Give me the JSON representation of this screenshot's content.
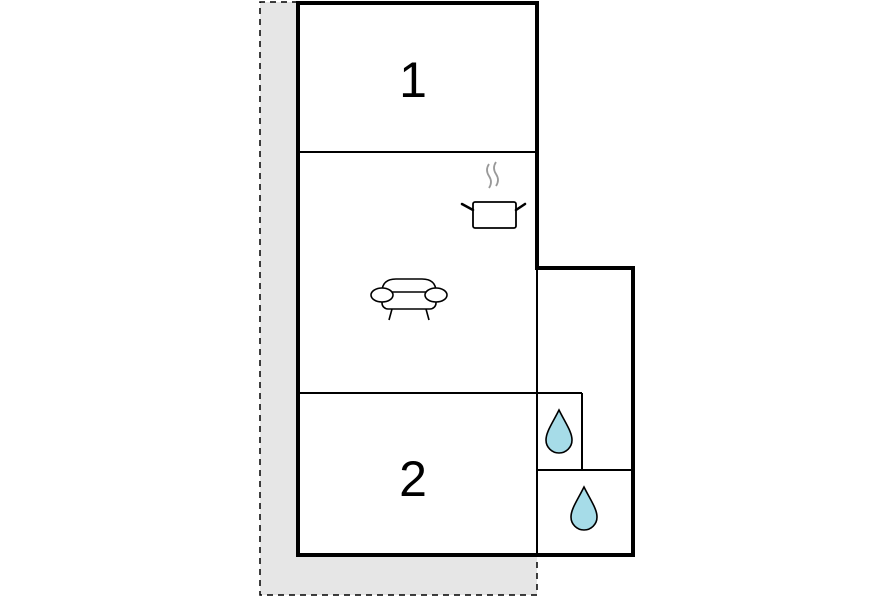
{
  "rooms": [
    {
      "id": "bedroom-1",
      "label": "1"
    },
    {
      "id": "living-kitchen"
    },
    {
      "id": "bedroom-2",
      "label": "2"
    },
    {
      "id": "bathroom-1"
    },
    {
      "id": "bathroom-2"
    },
    {
      "id": "utility"
    }
  ],
  "icons": {
    "kitchen": "cooking-pot-icon",
    "living": "sofa-icon",
    "bathroom": "water-drop-icon"
  },
  "colors": {
    "wall": "#000000",
    "terrace_fill": "#e6e6e6",
    "terrace_border": "#000000",
    "water_drop": "#a6dce8",
    "steam": "#999999",
    "background": "#ffffff"
  }
}
